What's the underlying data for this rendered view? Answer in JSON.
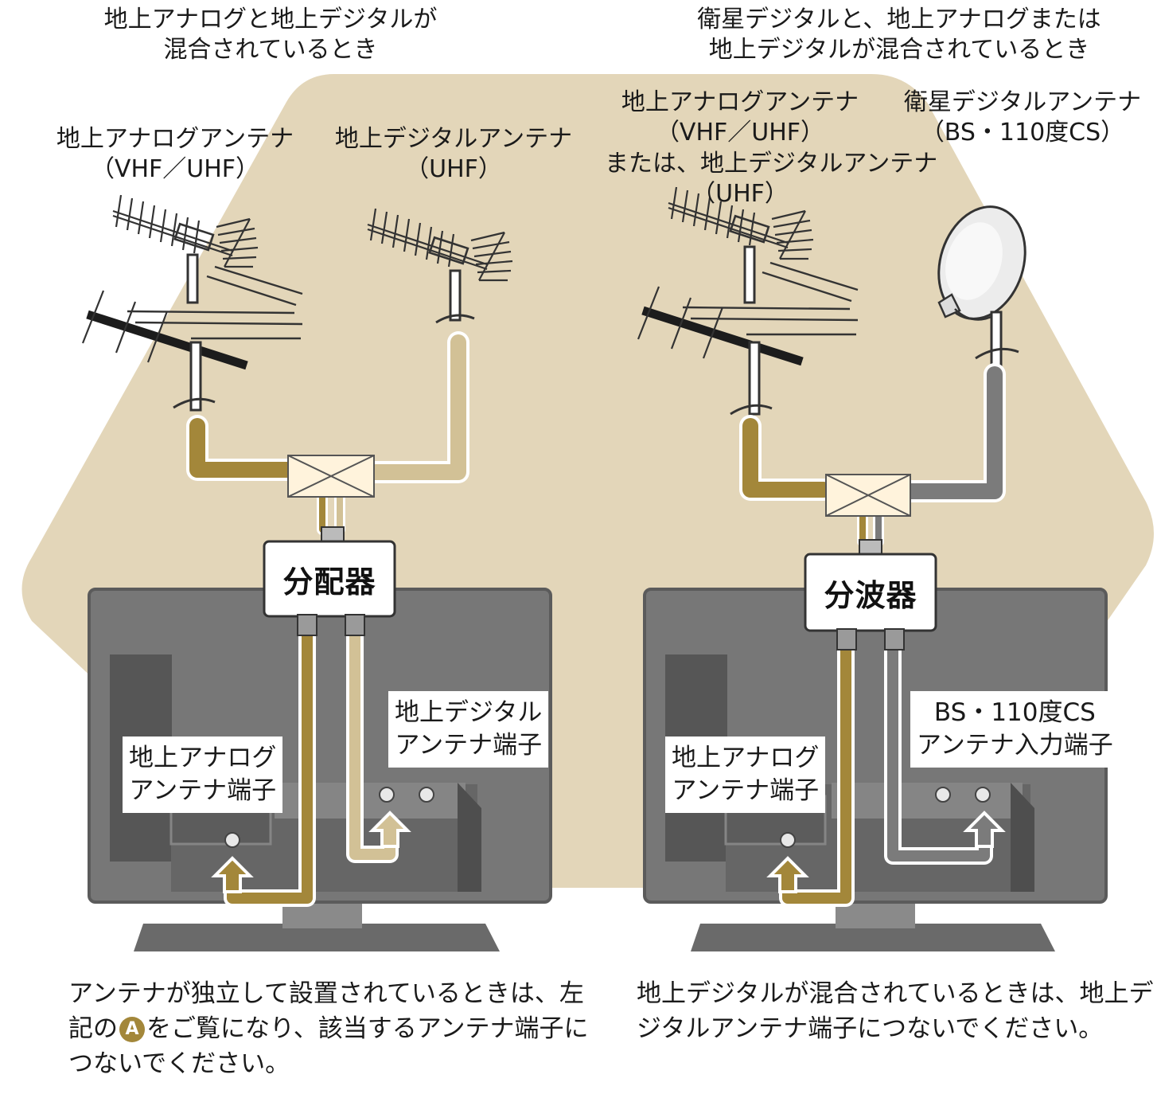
{
  "left": {
    "heading": [
      "地上アナログと地上デジタルが",
      "混合されているとき"
    ],
    "antenna_analog": [
      "地上アナログアンテナ",
      "（VHF／UHF）"
    ],
    "antenna_digital": [
      "地上デジタルアンテナ",
      "（UHF）"
    ],
    "device": "分配器",
    "terminal_digital": [
      "地上デジタル",
      "アンテナ端子"
    ],
    "terminal_analog": [
      "地上アナログ",
      "アンテナ端子"
    ],
    "note": {
      "line1": "アンテナが独立して設置されているときは、左",
      "line2_before": "記の",
      "badge": "A",
      "line2_after": "をご覧になり、該当するアンテナ端子に",
      "line3": "つないでください。"
    }
  },
  "right": {
    "heading": [
      "衛星デジタルと、地上アナログまたは",
      "地上デジタルが混合されているとき"
    ],
    "antenna_terrestrial": [
      "地上アナログアンテナ",
      "（VHF／UHF）",
      "または、地上デジタルアンテナ",
      "（UHF）"
    ],
    "antenna_satellite": [
      "衛星デジタルアンテナ",
      "（BS・110度CS）"
    ],
    "device": "分波器",
    "terminal_bs": [
      "BS・110度CS",
      "アンテナ入力端子"
    ],
    "terminal_analog": [
      "地上アナログ",
      "アンテナ端子"
    ],
    "note": {
      "line1": "地上デジタルが混合されているときは、地上デ",
      "line2": "ジタルアンテナ端子につないでください。"
    }
  },
  "colors": {
    "background_shape": "#e3d6b9",
    "cable_analog": "#a3873a",
    "cable_digital": "#d2c196",
    "cable_satellite": "#7b7b7b",
    "tv_body": "#777777",
    "tv_dark": "#565656"
  }
}
